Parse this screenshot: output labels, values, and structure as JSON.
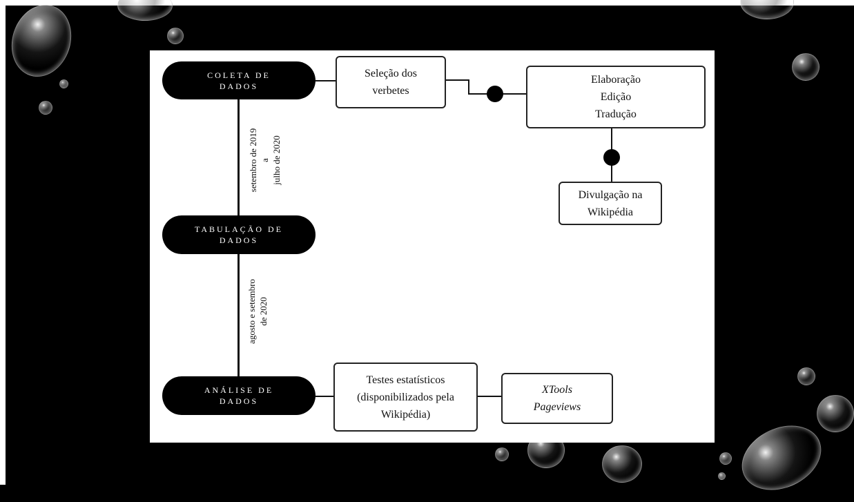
{
  "diagram": {
    "stages": [
      {
        "label": "COLETA DE\nDADOS"
      },
      {
        "label": "TABULAÇÃO DE\nDADOS"
      },
      {
        "label": "ANÁLISE DE\nDADOS"
      }
    ],
    "periods": [
      {
        "label": "setembro de 2019\na\njulho de 2020"
      },
      {
        "label": "agosto e setembro\nde 2020"
      }
    ],
    "boxes": {
      "selection": "Seleção dos\nverbetes",
      "elaboration": "Elaboração\nEdição\nTradução",
      "publication": "Divulgação na\nWikipédia",
      "tests": "Testes estatísticos\n(disponibilizados pela\nWikipédia)",
      "tools": "XTools\nPageviews"
    }
  }
}
